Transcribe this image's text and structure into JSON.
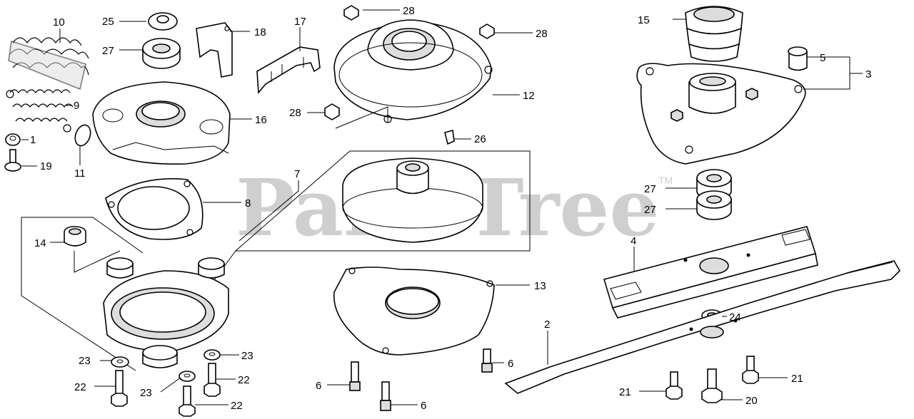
{
  "watermark": {
    "brand": "PartsTree",
    "trademark": "TM"
  },
  "callouts": {
    "c1": "1",
    "c2": "2",
    "c3": "3",
    "c4": "4",
    "c5": "5",
    "c6a": "6",
    "c6b": "6",
    "c6c": "6",
    "c7": "7",
    "c8": "8",
    "c9": "9",
    "c10": "10",
    "c11": "11",
    "c12": "12",
    "c13": "13",
    "c14": "14",
    "c15": "15",
    "c16": "16",
    "c17": "17",
    "c18": "18",
    "c19": "19",
    "c20": "20",
    "c21a": "21",
    "c21b": "21",
    "c22a": "22",
    "c22b": "22",
    "c22c": "22",
    "c23a": "23",
    "c23b": "23",
    "c23c": "23",
    "c24": "24",
    "c25": "25",
    "c26": "26",
    "c27a": "27",
    "c27b": "27",
    "c27c": "27",
    "c28a": "28",
    "c28b": "28",
    "c28c": "28"
  }
}
